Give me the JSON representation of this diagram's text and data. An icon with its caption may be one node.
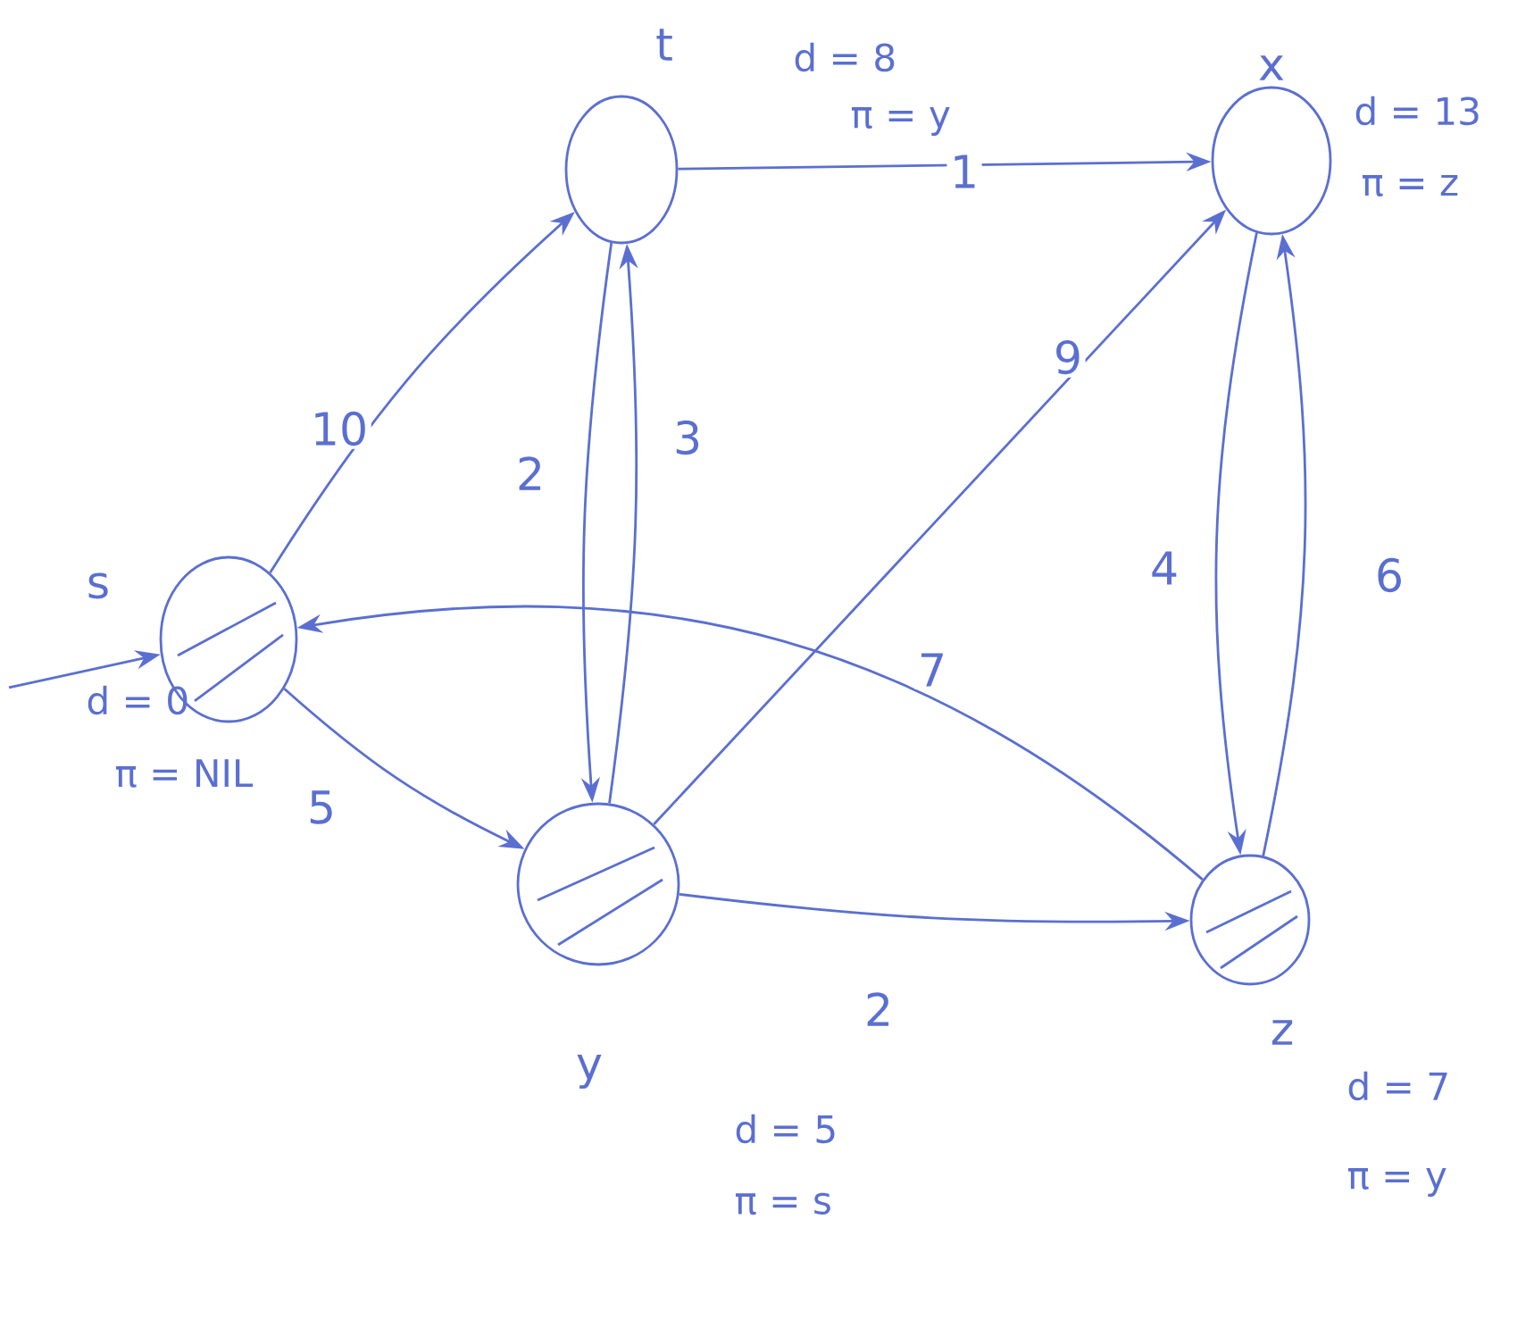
{
  "diagram": {
    "nodes": [
      {
        "text": [
          "s"
        ],
        "beside": [
          "d = 0",
          "π = NIL"
        ]
      },
      {
        "text": [
          "t"
        ],
        "beside": [
          "d = 8",
          "π = y"
        ]
      },
      {
        "text": [
          "x"
        ],
        "beside": [
          "d = 13",
          "π = z"
        ]
      },
      {
        "text": [
          "y"
        ],
        "beside": [
          "d = 5",
          "π = s"
        ]
      },
      {
        "text": [
          "z"
        ],
        "beside": [
          "d = 7",
          "π = y"
        ]
      }
    ],
    "edges": [
      {
        "from": null,
        "to": 0,
        "arrow": "to"
      },
      {
        "from": 0,
        "to": 1,
        "arrow": "to",
        "label": "10"
      },
      {
        "from": 0,
        "to": 3,
        "arrow": "to",
        "label": "5"
      },
      {
        "from": 1,
        "to": 2,
        "arrow": "to",
        "label": "1"
      },
      {
        "from": 1,
        "to": 3,
        "arrow": "to",
        "label": "2"
      },
      {
        "from": 3,
        "to": 1,
        "arrow": "to",
        "label": "3"
      },
      {
        "from": 3,
        "to": 2,
        "arrow": "to",
        "label": "9"
      },
      {
        "from": 3,
        "to": 4,
        "arrow": "to",
        "label": "2"
      },
      {
        "from": 4,
        "to": 0,
        "arrow": "to",
        "label": "7"
      },
      {
        "from": 2,
        "to": 4,
        "arrow": "to",
        "label": "4"
      },
      {
        "from": 4,
        "to": 2,
        "arrow": "to",
        "label": "6"
      }
    ]
  }
}
